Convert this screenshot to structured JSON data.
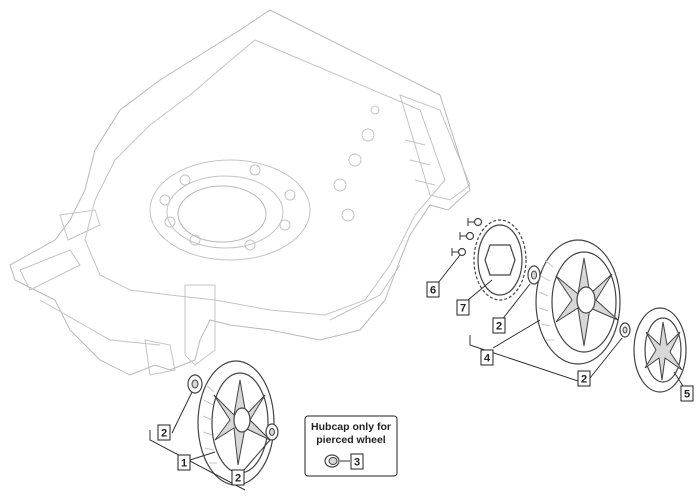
{
  "callouts": {
    "c1": "1",
    "c2a": "2",
    "c2b": "2",
    "c2c": "2",
    "c2d": "2",
    "c3": "3",
    "c4": "4",
    "c5": "5",
    "c6": "6",
    "c7": "7"
  },
  "hubcap_note": {
    "line1": "Hubcap only for",
    "line2": "pierced wheel"
  }
}
